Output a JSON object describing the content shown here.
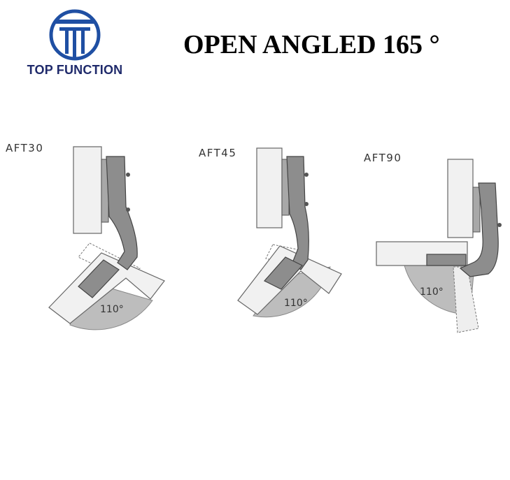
{
  "brand": {
    "name": "TOP FUNCTION",
    "color": "#1f2a6b"
  },
  "title": "OPEN ANGLED 165 °",
  "diagrams": [
    {
      "label": "AFT30",
      "angle": "110°"
    },
    {
      "label": "AFT45",
      "angle": "110°"
    },
    {
      "label": "AFT90",
      "angle": "110°"
    }
  ],
  "colors": {
    "panel_fill": "#f1f1f1",
    "hinge_fill": "#8d8d8d",
    "sector_fill": "#bdbdbd",
    "outline": "#666666"
  }
}
